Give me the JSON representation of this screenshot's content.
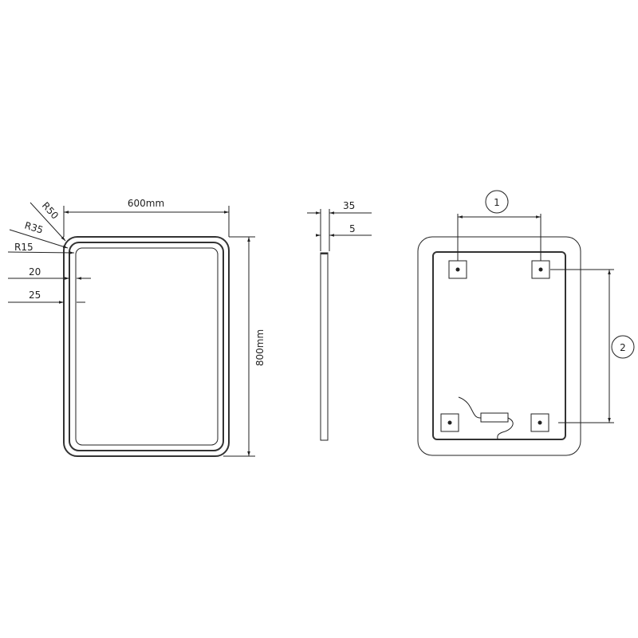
{
  "front": {
    "width_label": "600mm",
    "height_label": "800mm",
    "r50": "R50",
    "r35": "R35",
    "r15": "R15",
    "d20": "20",
    "d25": "25"
  },
  "side": {
    "depth_label": "35",
    "offset_label": "5"
  },
  "back": {
    "callout1": "1",
    "callout2": "2"
  }
}
